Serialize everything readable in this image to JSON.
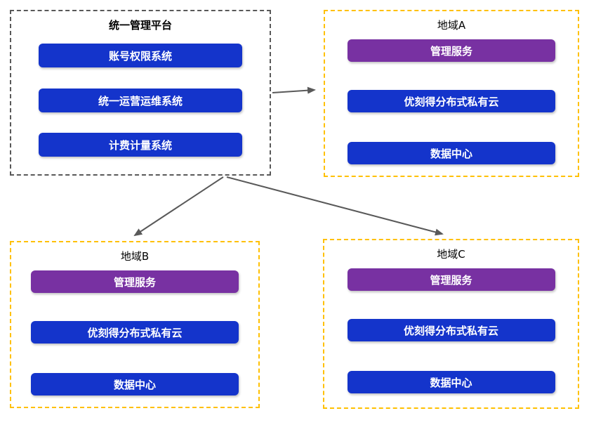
{
  "platform": {
    "title": "统一管理平台",
    "systems": [
      "账号权限系统",
      "统一运营运维系统",
      "计费计量系统"
    ]
  },
  "regions": [
    {
      "title": "地域A",
      "items": [
        {
          "label": "管理服务",
          "style": "purple"
        },
        {
          "label": "优刻得分布式私有云",
          "style": "blue"
        },
        {
          "label": "数据中心",
          "style": "blue"
        }
      ]
    },
    {
      "title": "地域B",
      "items": [
        {
          "label": "管理服务",
          "style": "purple"
        },
        {
          "label": "优刻得分布式私有云",
          "style": "blue"
        },
        {
          "label": "数据中心",
          "style": "blue"
        }
      ]
    },
    {
      "title": "地域C",
      "items": [
        {
          "label": "管理服务",
          "style": "purple"
        },
        {
          "label": "优刻得分布式私有云",
          "style": "blue"
        },
        {
          "label": "数据中心",
          "style": "blue"
        }
      ]
    }
  ],
  "colors": {
    "node_blue": "#1434cb",
    "node_purple": "#7831a2",
    "node_text": "#ffffff",
    "title_text": "#000000",
    "platform_border": "#595959",
    "region_border": "#ffc000",
    "arrow": "#595959"
  }
}
